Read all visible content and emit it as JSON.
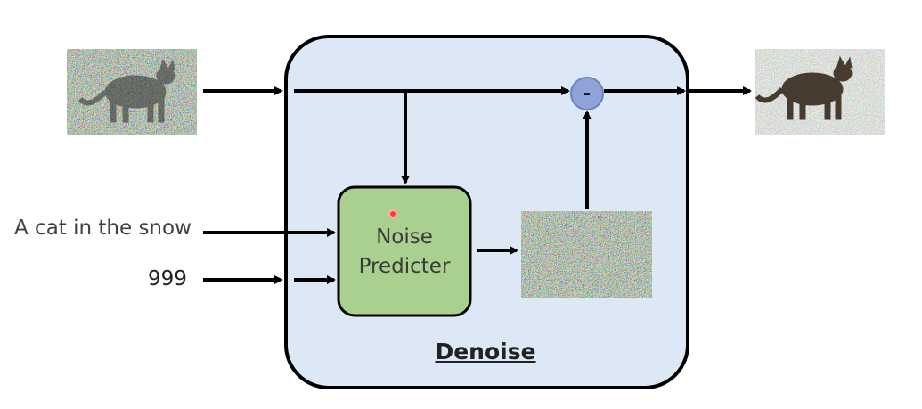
{
  "inputs": {
    "text_prompt": "A cat in the snow",
    "timestep": "999"
  },
  "blocks": {
    "noise_predictor_line1": "Noise",
    "noise_predictor_line2": "Predicter",
    "denoise_title": "Denoise",
    "subtract_op": "-"
  },
  "colors": {
    "denoise_fill": "#dce8f5",
    "noise_predictor_fill": "#a9d08e",
    "subtract_fill": "#8fa3d8",
    "arrow": "#000000"
  },
  "images": {
    "input_image": "noisy-cat-image",
    "predicted_noise": "noise-image",
    "output_image": "less-noisy-cat-image"
  }
}
